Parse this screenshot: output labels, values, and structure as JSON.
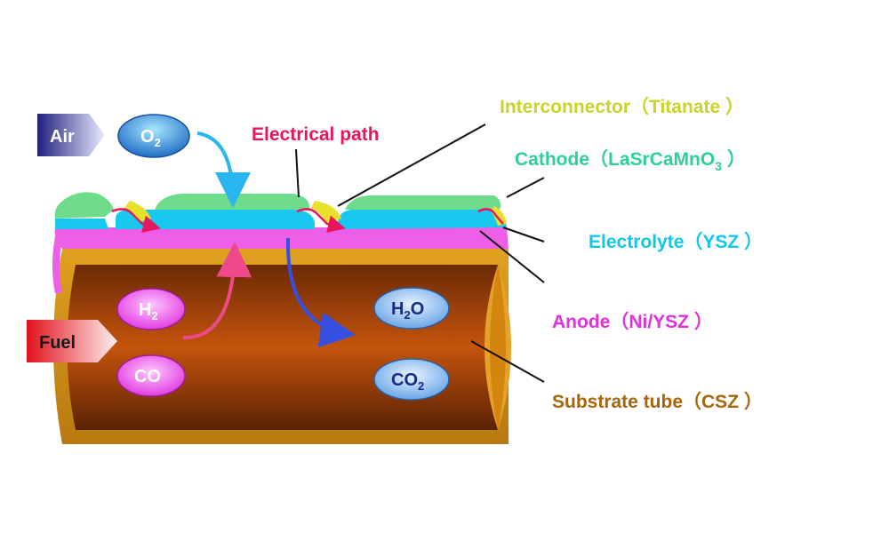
{
  "labels": {
    "interconnector": "Interconnector（Titanate ）",
    "electrical_path": "Electrical path",
    "cathode_main": "Cathode（LaSrCaMnO",
    "cathode_sub": "3",
    "cathode_end": " ）",
    "electrolyte": "Electrolyte（YSZ ）",
    "anode": "Anode（Ni/YSZ ）",
    "substrate": "Substrate tube（CSZ ）",
    "air": "Air",
    "fuel": "Fuel"
  },
  "molecules": {
    "o2": {
      "base": "O",
      "sub": "2"
    },
    "h2": {
      "base": "H",
      "sub": "2"
    },
    "co": {
      "base": "CO",
      "sub": ""
    },
    "h2o": {
      "base": "H",
      "sub": "2",
      "tail": "O"
    },
    "co2": {
      "base": "CO",
      "sub": "2"
    }
  },
  "colors": {
    "interconnector": "#c8d42a",
    "electrical_path": "#e8175d",
    "cathode": "#2ecf9a",
    "electrolyte": "#00ccee",
    "anode": "#e040e0",
    "substrate": "#a8650a",
    "air_arrow": "#2a2a8c",
    "fuel_arrow": "#e0202a"
  }
}
